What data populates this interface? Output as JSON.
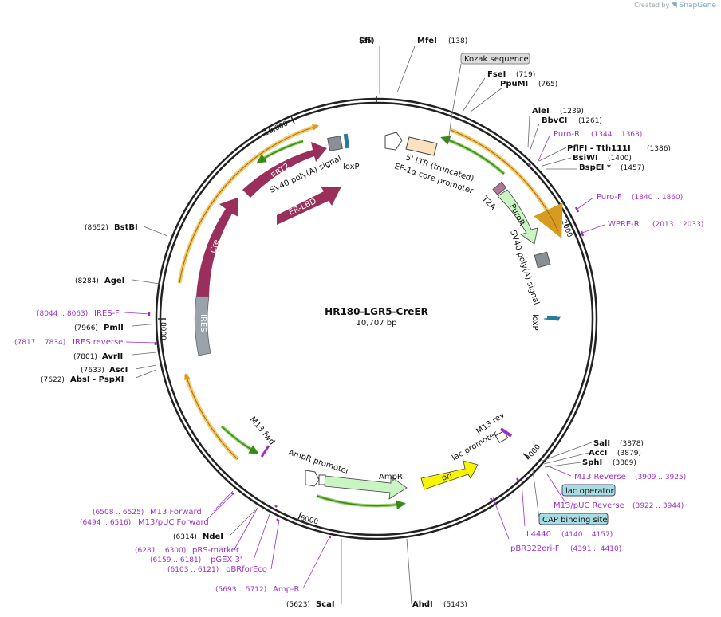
{
  "credit": {
    "prefix": "Created by",
    "brand": "SnapGene"
  },
  "plasmid": {
    "name": "HR180-LGR5-CreER",
    "size": "10,707 bp"
  },
  "ticks": [
    "2000",
    "4000",
    "6000",
    "8000",
    "10,000"
  ],
  "features": {
    "kozak": "Kozak sequence",
    "ltr": "5' LTR (truncated)",
    "ef1a": "EF-1α core promoter",
    "t2a": "T2A",
    "puror": "PuroR",
    "sv40_right": "SV40 poly(A) signal",
    "loxp_right": "loxP",
    "loxp_top": "loxP",
    "sv40_top": "SV40 poly(A) signal",
    "ert2": "ERT2",
    "er_lbd": "ER-LBD",
    "cre": "Cre",
    "ires": "IRES",
    "m13fwd": "M13 fwd",
    "ampr_promoter": "AmpR promoter",
    "ampr": "AmpR",
    "ori": "ori",
    "lac_promoter": "lac promoter",
    "m13rev": "M13 rev",
    "lac_operator": "lac operator",
    "cap_site": "CAP binding site"
  },
  "sites": {
    "sfii": {
      "name": "SfiI",
      "pos": "(35)"
    },
    "mfei": {
      "name": "MfeI",
      "pos": "(138)"
    },
    "fsei": {
      "name": "FseI",
      "pos": "(719)"
    },
    "ppumi": {
      "name": "PpuMI",
      "pos": "(765)"
    },
    "alei": {
      "name": "AleI",
      "pos": "(1239)"
    },
    "bbvci": {
      "name": "BbvCI",
      "pos": "(1261)"
    },
    "pflfi": {
      "name": "PflFI  - Tth111I",
      "pos": "(1386)"
    },
    "bsiwi": {
      "name": "BsiWI",
      "pos": "(1400)"
    },
    "bspei": {
      "name": "BspEI *",
      "pos": "(1457)"
    },
    "sali": {
      "name": "SalI",
      "pos": "(3878)"
    },
    "acci": {
      "name": "AccI",
      "pos": "(3879)"
    },
    "sphi": {
      "name": "SphI",
      "pos": "(3889)"
    },
    "ahdi": {
      "name": "AhdI",
      "pos": "(5143)"
    },
    "scai": {
      "name": "ScaI",
      "pos": "(5623)"
    },
    "ndei": {
      "name": "NdeI",
      "pos": "(6314)"
    },
    "absi": {
      "name": "AbsI  - PspXI",
      "pos": "(7622)"
    },
    "asci": {
      "name": "AscI",
      "pos": "(7633)"
    },
    "avrii": {
      "name": "AvrII",
      "pos": "(7801)"
    },
    "pmli": {
      "name": "PmlI",
      "pos": "(7966)"
    },
    "agei": {
      "name": "AgeI",
      "pos": "(8284)"
    },
    "bstbi": {
      "name": "BstBI",
      "pos": "(8652)"
    }
  },
  "primers": {
    "puror_r": {
      "name": "Puro-R",
      "pos": "(1344 .. 1363)"
    },
    "puror_f": {
      "name": "Puro-F",
      "pos": "(1840 .. 1860)"
    },
    "wpre_r": {
      "name": "WPRE-R",
      "pos": "(2013 .. 2033)"
    },
    "m13_reverse": {
      "name": "M13 Reverse",
      "pos": "(3909 .. 3925)"
    },
    "m13puc_reverse": {
      "name": "M13/pUC Reverse",
      "pos": "(3922 .. 3944)"
    },
    "l4440": {
      "name": "L4440",
      "pos": "(4140 .. 4157)"
    },
    "pbr322ori": {
      "name": "pBR322ori-F",
      "pos": "(4391 .. 4410)"
    },
    "amp_r": {
      "name": "Amp-R",
      "pos": "(5693 .. 5712)"
    },
    "pbrforeco": {
      "name": "pBRforEco",
      "pos": "(6103 .. 6121)"
    },
    "pgex3": {
      "name": "pGEX 3'",
      "pos": "(6159 .. 6181)"
    },
    "prs_marker": {
      "name": "pRS-marker",
      "pos": "(6281 .. 6300)"
    },
    "m13puc_forward": {
      "name": "M13/pUC Forward",
      "pos": "(6494 .. 6516)"
    },
    "m13_forward": {
      "name": "M13 Forward",
      "pos": "(6508 .. 6525)"
    },
    "ires_reverse": {
      "name": "IRES reverse",
      "pos": "(7817 .. 7834)"
    },
    "ires_f": {
      "name": "IRES-F",
      "pos": "(8044 .. 8063)"
    }
  },
  "colors": {
    "backbone": "#222222",
    "cre": "#9b2f5c",
    "ires": "#9aa3ab",
    "puror": "#c8f5c2",
    "ori": "#f5f500",
    "ampr": "#c8f5c2",
    "ltr": "#fde0c0",
    "primer": "#9b30c8",
    "orf_outer": "#f4c96a",
    "orf_inner": "#3a8a1a"
  }
}
